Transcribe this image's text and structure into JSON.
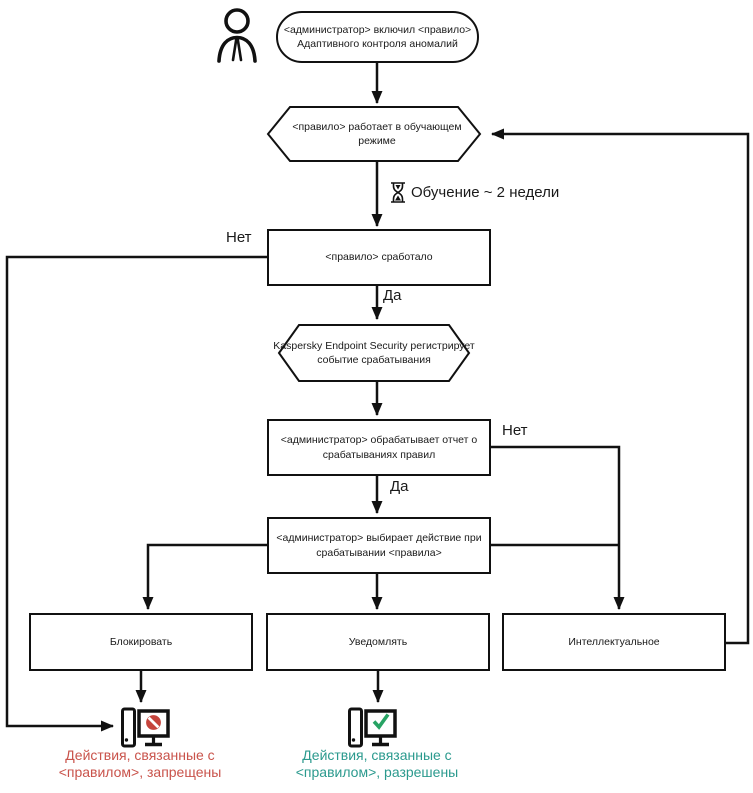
{
  "diagram": {
    "title_hint": "Adaptive Anomaly Control rule flowchart",
    "nodes": {
      "start": {
        "line1": "<администратор> включил <правило>",
        "line2": "Адаптивного контроля аномалий"
      },
      "learning_mode": {
        "line1": "<правило>  работает в обучающем",
        "line2": "режиме"
      },
      "rule_triggered": {
        "label": "<правило> сработало"
      },
      "event_registered": {
        "line1": "Kaspersky Endpoint Security регистрирует",
        "line2": "событие срабатывания"
      },
      "report_review": {
        "line1": "<администратор> обрабатывает отчет о",
        "line2": "срабатываниях правил"
      },
      "choose_action": {
        "line1": "<администратор> выбирает действие при",
        "line2": "срабатывании <правила>"
      },
      "action_block": {
        "label": "Блокировать"
      },
      "action_notify": {
        "label": "Уведомлять"
      },
      "action_smart": {
        "label": "Интеллектуальное"
      }
    },
    "edge_labels": {
      "no_rule_triggered": "Нет",
      "yes_rule_triggered": "Да",
      "training_duration": "Обучение ~ 2 недели",
      "no_report": "Нет",
      "yes_report": "Да"
    },
    "outcomes": {
      "denied": {
        "line1": "Действия, связанные с",
        "line2": "<правилом>, запрещены"
      },
      "allowed": {
        "line1": "Действия, связанные с",
        "line2": "<правилом>, разрешены"
      }
    },
    "icons": {
      "person": "person-icon",
      "hourglass": "hourglass-icon",
      "blocked_computer": "blocked-computer-icon",
      "allowed_computer": "allowed-computer-icon"
    },
    "colors": {
      "line": "#111111",
      "denied_text": "#C9534B",
      "denied_sign": "#C5443C",
      "allowed_text": "#2B9A8E",
      "allowed_check": "#27A364"
    }
  }
}
